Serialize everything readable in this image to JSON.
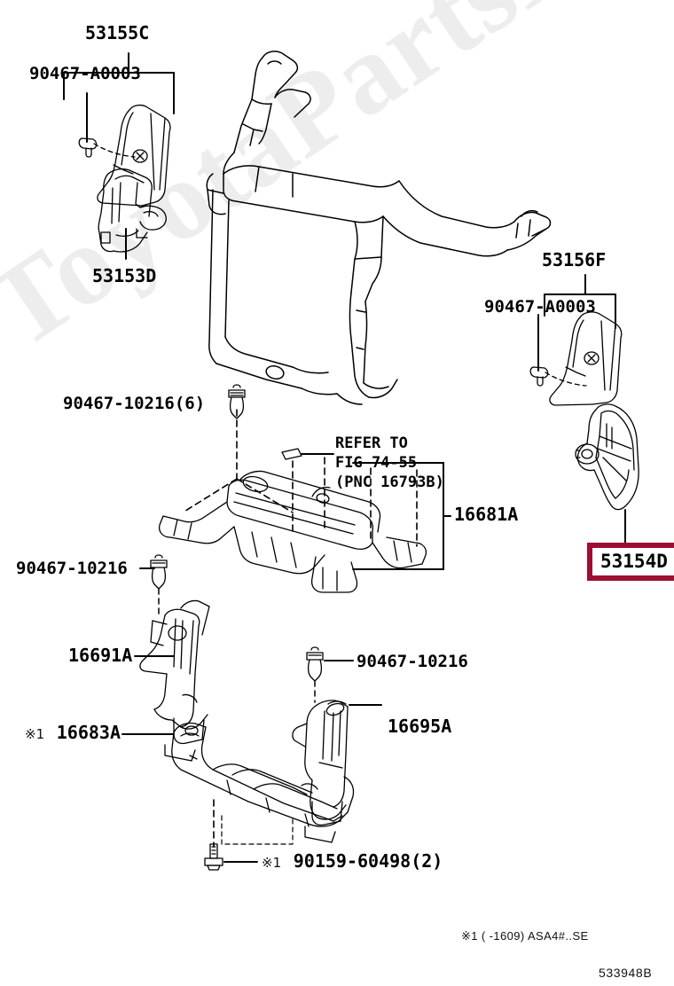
{
  "diagram": {
    "title": "Toyota parts diagram - radiator support / hood lock brace",
    "figure_id": "533948B",
    "watermark": "ToyotaPartsMine.ru",
    "footnote": "※1 (    -1609) ASA4#..SE",
    "highlight_color": "#9c0f34"
  },
  "labels": {
    "top_left_group_header": "53155C",
    "top_left_clip": "90467-A0003",
    "top_left_bracket": "53153D",
    "right_group_header": "53156F",
    "right_clip": "90467-A0003",
    "right_highlighted": "53154D",
    "upper_clip_qty6": "90467-10216(6)",
    "refer_line1": "REFER TO",
    "refer_line2": "FIG 74-55",
    "refer_line3": "(PNC 16793B)",
    "upper_support": "16681A",
    "left_clip": "90467-10216",
    "left_side_support": "16691A",
    "lower_seal_mark": "※1",
    "lower_seal": "16683A",
    "right_clip_lower": "90467-10216",
    "right_side_support": "16695A",
    "bolt_mark": "※1",
    "bolt": "90159-60498(2)"
  }
}
